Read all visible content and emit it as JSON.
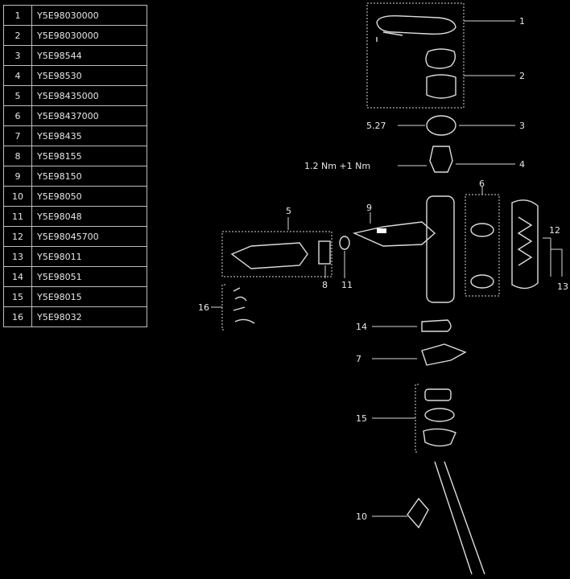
{
  "parts_table": {
    "rows": [
      {
        "num": "1",
        "code": "Y5E98030000"
      },
      {
        "num": "2",
        "code": "Y5E98030000"
      },
      {
        "num": "3",
        "code": "Y5E98544"
      },
      {
        "num": "4",
        "code": "Y5E98530"
      },
      {
        "num": "5",
        "code": "Y5E98435000"
      },
      {
        "num": "6",
        "code": "Y5E98437000"
      },
      {
        "num": "7",
        "code": "Y5E98435"
      },
      {
        "num": "8",
        "code": "Y5E98155"
      },
      {
        "num": "9",
        "code": "Y5E98150"
      },
      {
        "num": "10",
        "code": "Y5E98050"
      },
      {
        "num": "11",
        "code": "Y5E98048"
      },
      {
        "num": "12",
        "code": "Y5E98045700"
      },
      {
        "num": "13",
        "code": "Y5E98011"
      },
      {
        "num": "14",
        "code": "Y5E98051"
      },
      {
        "num": "15",
        "code": "Y5E98015"
      },
      {
        "num": "16",
        "code": "Y5E98032"
      }
    ]
  },
  "callouts": {
    "c1": "1",
    "c2": "2",
    "c3": "3",
    "c4": "4",
    "torque_a": "5.27",
    "torque_b": "1.2 Nm +1 Nm",
    "c5": "5",
    "c6": "6",
    "c9": "9",
    "c8": "8",
    "c11": "11",
    "c12": "12",
    "c13": "13",
    "c16": "16",
    "c14": "14",
    "c7": "7",
    "c15": "15",
    "c10": "10"
  }
}
